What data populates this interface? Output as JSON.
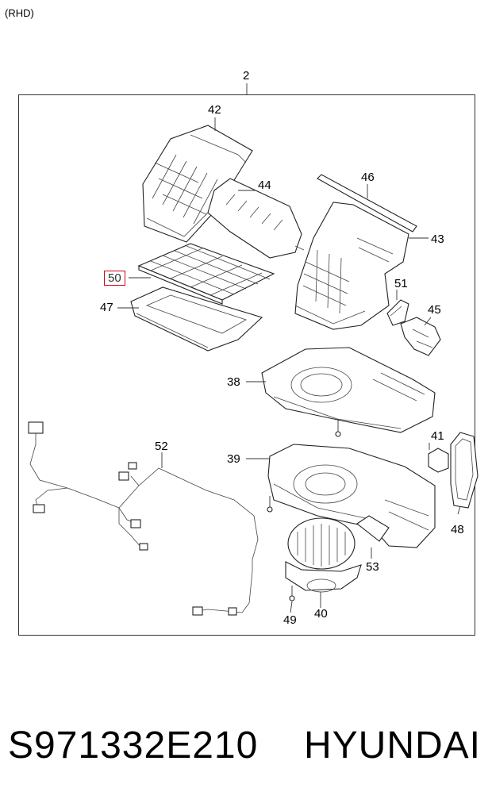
{
  "header_note": "(RHD)",
  "assembly_callout": "2",
  "callouts": [
    {
      "id": "42",
      "text": "42"
    },
    {
      "id": "44",
      "text": "44"
    },
    {
      "id": "46",
      "text": "46"
    },
    {
      "id": "43",
      "text": "43"
    },
    {
      "id": "50",
      "text": "50",
      "highlighted": true
    },
    {
      "id": "47",
      "text": "47"
    },
    {
      "id": "51",
      "text": "51"
    },
    {
      "id": "45",
      "text": "45"
    },
    {
      "id": "38",
      "text": "38"
    },
    {
      "id": "41",
      "text": "41"
    },
    {
      "id": "52",
      "text": "52"
    },
    {
      "id": "39",
      "text": "39"
    },
    {
      "id": "48",
      "text": "48"
    },
    {
      "id": "53",
      "text": "53"
    },
    {
      "id": "49",
      "text": "49"
    },
    {
      "id": "40",
      "text": "40"
    }
  ],
  "highlight_color": "#d0021b",
  "footer": {
    "part_number": "S971332E210",
    "brand": "HYUNDAI"
  }
}
